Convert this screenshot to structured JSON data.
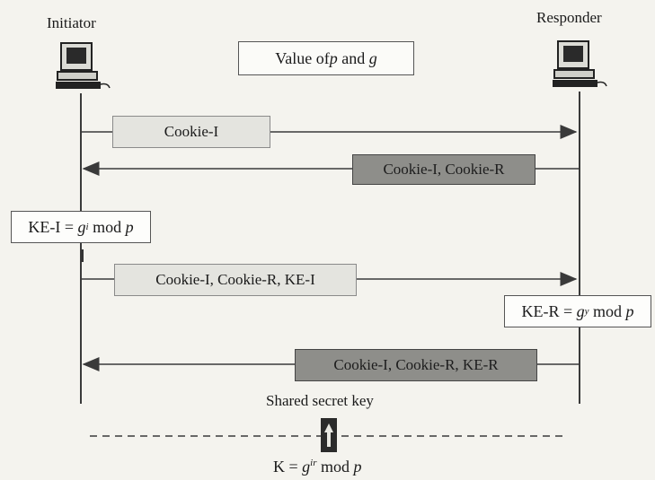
{
  "parties": {
    "initiator": "Initiator",
    "responder": "Responder"
  },
  "setup": {
    "prefix": "Value of ",
    "p": "p",
    "and": " and ",
    "g": "g"
  },
  "messages": [
    {
      "label": "Cookie-I",
      "direction": "right",
      "style": "light"
    },
    {
      "label": "Cookie-I, Cookie-R",
      "direction": "left",
      "style": "dark"
    },
    {
      "label": "Cookie-I, Cookie-R, KE-I",
      "direction": "right",
      "style": "light"
    },
    {
      "label": "Cookie-I, Cookie-R, KE-R",
      "direction": "left",
      "style": "dark"
    }
  ],
  "ke_i": {
    "lhs": "KE-I = ",
    "base": "g",
    "exp": "i",
    "rest": " mod ",
    "mod": "p"
  },
  "ke_r": {
    "lhs": "KE-R = ",
    "base": "g",
    "exp": "y",
    "rest": " mod ",
    "mod": "p"
  },
  "shared": {
    "title": "Shared secret key",
    "lhs": "K = ",
    "base": "g",
    "exp": "ir",
    "rest": " mod ",
    "mod": "p"
  },
  "colors": {
    "line": "#3a3a3a",
    "light_box": "#e4e4df",
    "dark_box": "#8e8e8a"
  },
  "icons": [
    "computer-icon",
    "computer-icon",
    "key-icon"
  ]
}
